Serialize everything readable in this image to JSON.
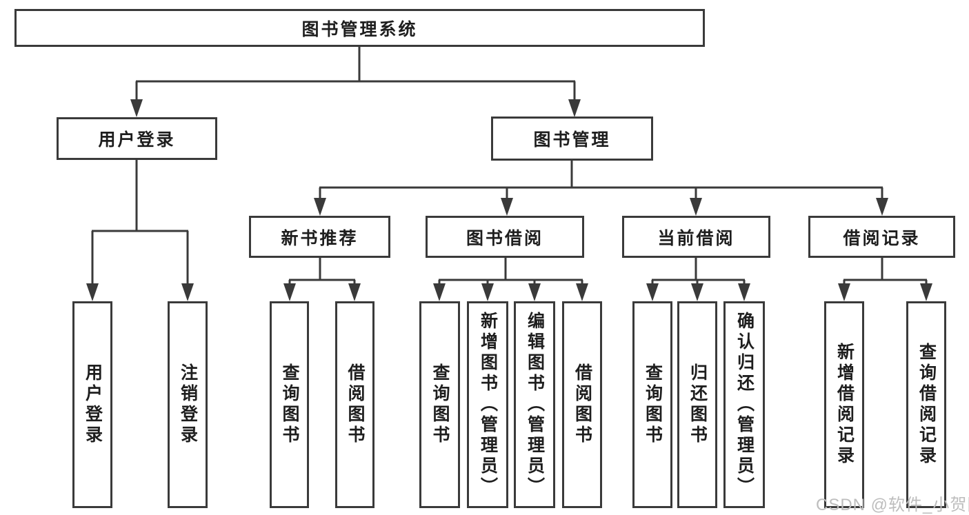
{
  "colors": {
    "line": "#3a3a3a",
    "box_border": "#3a3a3a",
    "text": "#1e1e1e",
    "watermark": "#bdbdbd",
    "background": "#ffffff"
  },
  "tree": {
    "root": {
      "label": "图书管理系统"
    },
    "branches": [
      {
        "label": "用户登录",
        "children": [
          {
            "label": "用户登录"
          },
          {
            "label": "注销登录"
          }
        ]
      },
      {
        "label": "图书管理",
        "children": [
          {
            "label": "新书推荐",
            "children": [
              {
                "label": "查询图书"
              },
              {
                "label": "借阅图书"
              }
            ]
          },
          {
            "label": "图书借阅",
            "children": [
              {
                "label": "查询图书"
              },
              {
                "label": "新增图书（管理员）"
              },
              {
                "label": "编辑图书（管理员）"
              },
              {
                "label": "借阅图书"
              }
            ]
          },
          {
            "label": "当前借阅",
            "children": [
              {
                "label": "查询图书"
              },
              {
                "label": "归还图书"
              },
              {
                "label": "确认归还（管理员）"
              }
            ]
          },
          {
            "label": "借阅记录",
            "children": [
              {
                "label": "新增借阅记录"
              },
              {
                "label": "查询借阅记录"
              }
            ]
          }
        ]
      }
    ]
  },
  "watermark": {
    "text": "CSDN @软件_小贺同学"
  }
}
